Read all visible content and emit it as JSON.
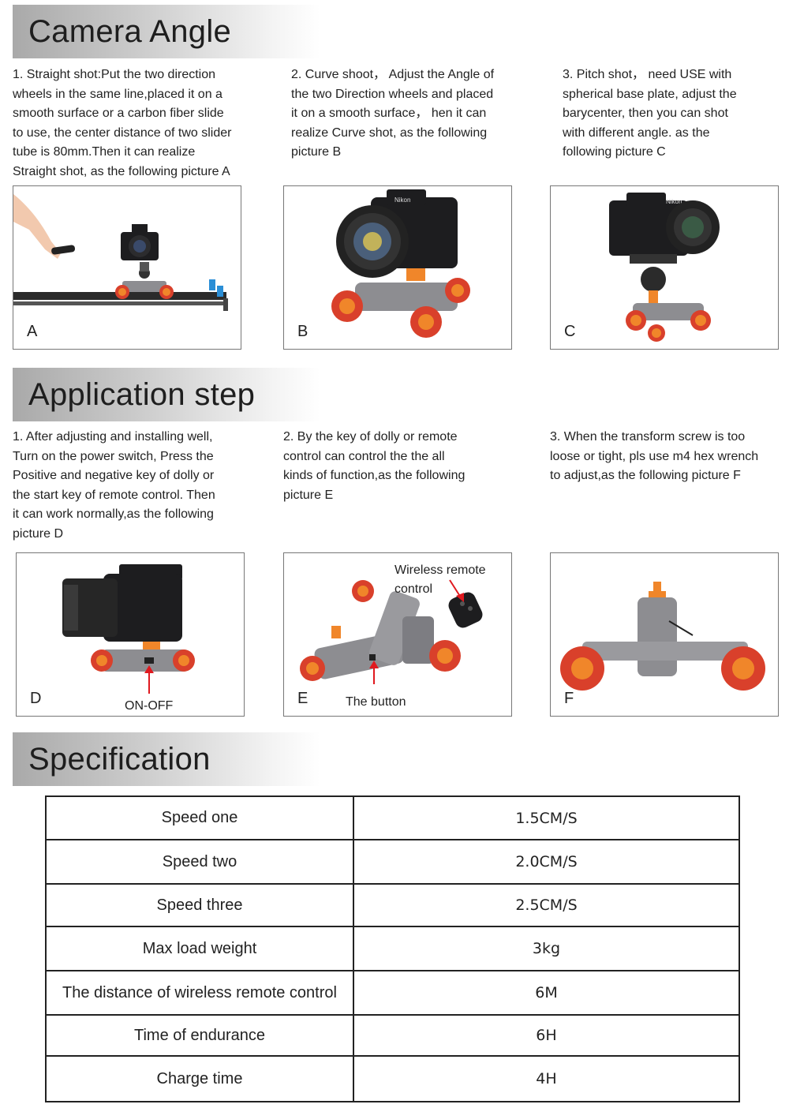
{
  "sections": {
    "camera_angle": {
      "title": "Camera Angle",
      "items": [
        "1.  Straight shot:Put the two direction\nwheels in the same line,placed it on a\nsmooth surface or a carbon fiber slide\nto use, the center distance of two slider\ntube is 80mm.Then it can realize\nStraight shot, as the following picture A",
        "2.  Curve shoot， Adjust the Angle of\nthe two Direction wheels and placed\nit on a smooth surface， hen it can\nrealize Curve shot, as the following\npicture B",
        "3.  Pitch shot， need USE with\nspherical base plate, adjust the\nbarycenter, then you can shot\nwith different angle. as the\nfollowing picture C"
      ],
      "pictures": [
        {
          "letter": "A"
        },
        {
          "letter": "B",
          "camera_brand": "Nikon"
        },
        {
          "letter": "C",
          "camera_brand": "Nikon"
        }
      ]
    },
    "application_step": {
      "title": "Application step",
      "items": [
        "1.  After adjusting and installing well,\nTurn on the power switch, Press the\nPositive and negative key of dolly or\nthe start key of remote control. Then\nit can work normally,as the following\npicture D",
        "2.  By the key of dolly or remote\ncontrol can control the the all\nkinds of function,as the following\npicture E",
        "3.  When the transform screw is too\nloose or tight, pls use m4 hex wrench\nto adjust,as the following picture F"
      ],
      "pictures": [
        {
          "letter": "D",
          "caption": "ON-OFF"
        },
        {
          "letter": "E",
          "caption": "The button",
          "caption2": "Wireless remote\ncontrol"
        },
        {
          "letter": "F"
        }
      ]
    },
    "specification": {
      "title": "Specification",
      "rows": [
        {
          "label": "Speed one",
          "value": "1.5CM/S"
        },
        {
          "label": "Speed two",
          "value": "2.0CM/S"
        },
        {
          "label": "Speed three",
          "value": "2.5CM/S"
        },
        {
          "label": "Max load weight",
          "value": "3kg"
        },
        {
          "label": "The distance of wireless remote control",
          "value": "6M"
        },
        {
          "label": "Time of endurance",
          "value": "6H"
        },
        {
          "label": "Charge time",
          "value": "4H"
        }
      ]
    }
  },
  "colors": {
    "wheel_orange": "#f0862a",
    "wheel_red": "#d9402b",
    "dolly_gray": "#8d8d91",
    "camera_black": "#1d1d1f",
    "arrow_red": "#e0191f"
  }
}
